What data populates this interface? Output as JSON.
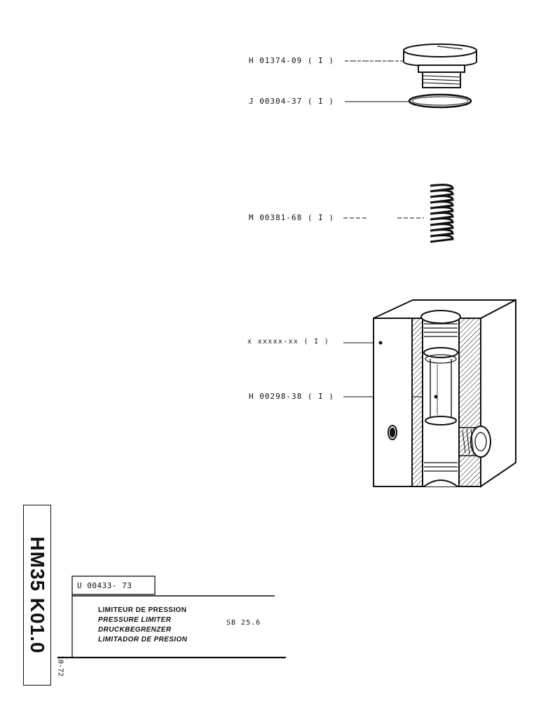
{
  "parts": [
    {
      "id": "cap",
      "label": "H 01374-09 ( I )",
      "icon": "threaded-plug-icon"
    },
    {
      "id": "seal",
      "label": "J 00304-37 ( I )",
      "icon": "o-ring-icon"
    },
    {
      "id": "spring",
      "label": "M 00381-68 ( I )",
      "icon": "coil-spring-icon"
    },
    {
      "id": "body",
      "label": "x xxxxx-xx ( I )",
      "icon": "valve-body-icon"
    },
    {
      "id": "bore",
      "label": "H 00298-38 ( I )",
      "icon": "valve-bore-icon"
    }
  ],
  "title_block": {
    "model_code": "HM35 K01.0",
    "date_code": "10-72",
    "reference": "U 00433- 73",
    "title_fr": "LIMITEUR DE PRESSION",
    "title_en": "PRESSURE LIMITER",
    "title_de": "DRUCKBEGRENZER",
    "title_es": "LIMITADOR DE PRESION",
    "sheet": "SB  25.6"
  }
}
